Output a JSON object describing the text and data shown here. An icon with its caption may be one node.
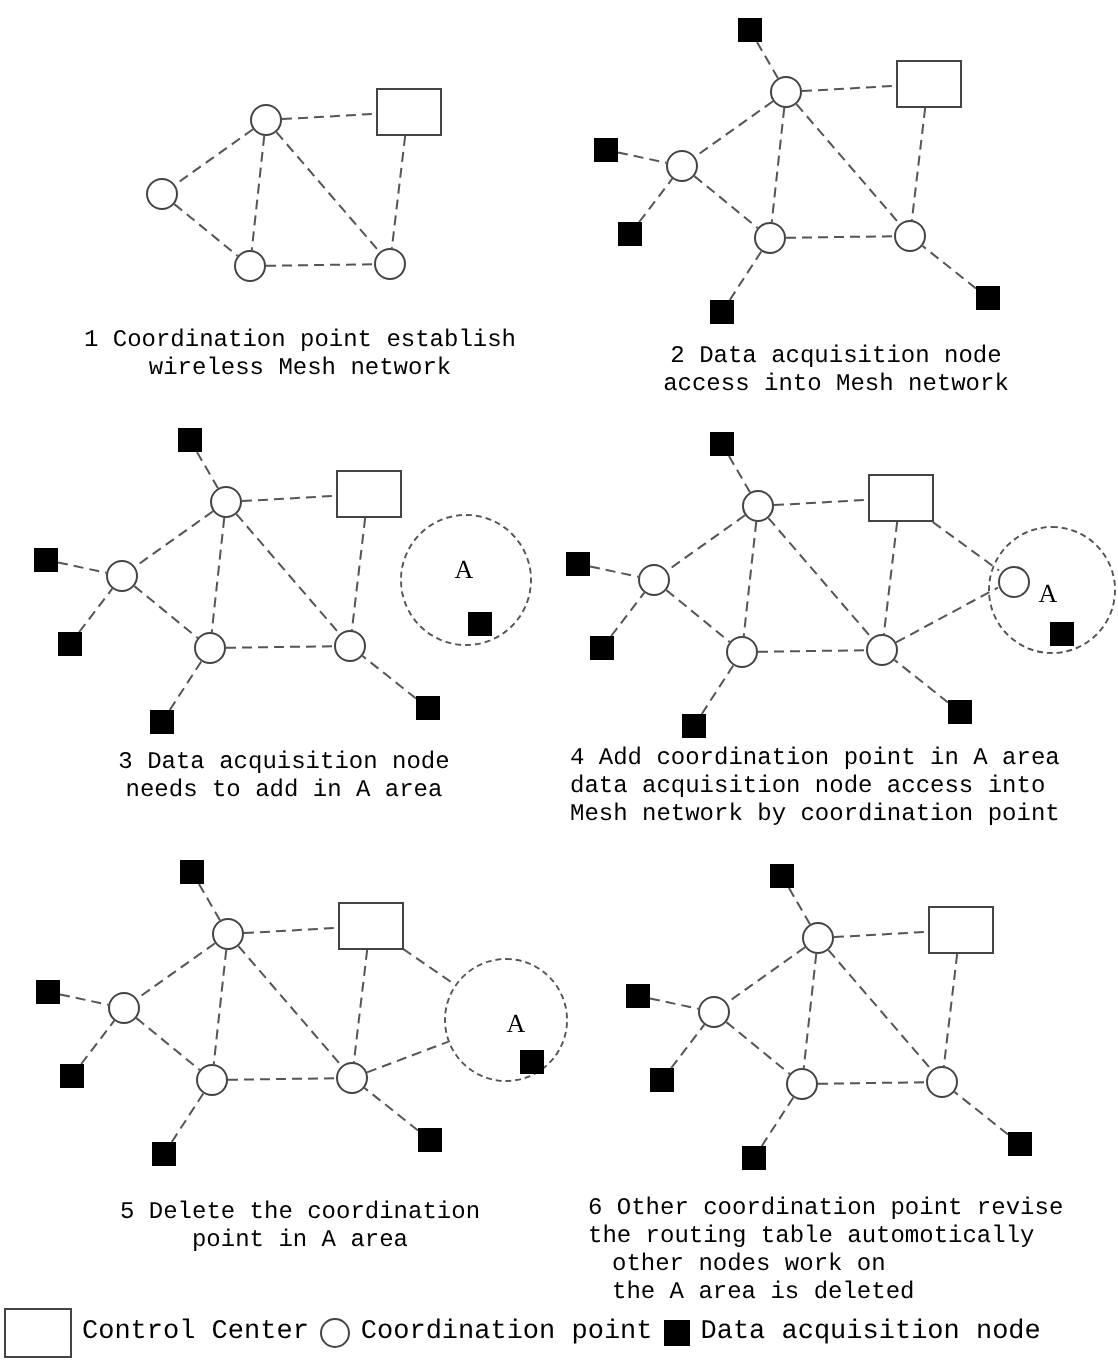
{
  "diagram": {
    "nodes": [
      {
        "text": [],
        "shape": "circle"
      },
      {
        "text": [],
        "shape": "box"
      },
      {
        "text": [],
        "shape": "circle"
      },
      {
        "text": [],
        "shape": "circle"
      },
      {
        "text": [],
        "shape": "circle"
      },
      {
        "text": [],
        "shape": "square"
      },
      {
        "text": [],
        "shape": "circle"
      },
      {
        "text": [],
        "shape": "box"
      },
      {
        "text": [],
        "shape": "square"
      },
      {
        "text": [],
        "shape": "circle"
      },
      {
        "text": [],
        "shape": "square"
      },
      {
        "text": [],
        "shape": "circle"
      },
      {
        "text": [],
        "shape": "circle"
      },
      {
        "text": [],
        "shape": "square"
      },
      {
        "text": [],
        "shape": "square"
      },
      {
        "text": [],
        "shape": "square"
      },
      {
        "text": [],
        "shape": "circle"
      },
      {
        "text": [],
        "shape": "box"
      },
      {
        "text": [],
        "shape": "square"
      },
      {
        "text": [],
        "shape": "circle"
      },
      {
        "text": [
          "A"
        ]
      },
      {
        "text": [],
        "shape": "square",
        "in": 20
      },
      {
        "text": [],
        "shape": "square"
      },
      {
        "text": [],
        "shape": "circle"
      },
      {
        "text": [],
        "shape": "circle"
      },
      {
        "text": [],
        "shape": "square"
      },
      {
        "text": [],
        "shape": "square"
      },
      {
        "text": [],
        "shape": "square"
      },
      {
        "text": [],
        "shape": "circle"
      },
      {
        "text": [],
        "shape": "box"
      },
      {
        "text": [],
        "shape": "square"
      },
      {
        "text": [],
        "shape": "circle"
      },
      {
        "text": [
          "A"
        ]
      },
      {
        "text": [],
        "shape": "circle",
        "in": 32
      },
      {
        "text": [],
        "shape": "square",
        "in": 32
      },
      {
        "text": [],
        "shape": "square"
      },
      {
        "text": [],
        "shape": "circle"
      },
      {
        "text": [],
        "shape": "circle"
      },
      {
        "text": [],
        "shape": "square"
      },
      {
        "text": [],
        "shape": "square"
      },
      {
        "text": [],
        "shape": "square"
      },
      {
        "text": [],
        "shape": "circle"
      },
      {
        "text": [],
        "shape": "box"
      },
      {
        "text": [],
        "shape": "square"
      },
      {
        "text": [],
        "shape": "circle"
      },
      {
        "text": [
          "A"
        ]
      },
      {
        "text": [],
        "shape": "square",
        "in": 45
      },
      {
        "text": [],
        "shape": "square"
      },
      {
        "text": [],
        "shape": "circle"
      },
      {
        "text": [],
        "shape": "circle"
      },
      {
        "text": [],
        "shape": "square"
      },
      {
        "text": [],
        "shape": "square"
      },
      {
        "text": [],
        "shape": "square"
      },
      {
        "text": [],
        "shape": "circle"
      },
      {
        "text": [],
        "shape": "box"
      },
      {
        "text": [],
        "shape": "square"
      },
      {
        "text": [],
        "shape": "circle"
      },
      {
        "text": [],
        "shape": "square"
      },
      {
        "text": [],
        "shape": "circle"
      },
      {
        "text": [],
        "shape": "circle"
      },
      {
        "text": [],
        "shape": "square"
      },
      {
        "text": [],
        "shape": "square"
      }
    ],
    "edges": [
      {
        "from": 0,
        "to": 1,
        "arrow": "none",
        "style": "dashed"
      },
      {
        "from": 0,
        "to": 2,
        "arrow": "none",
        "style": "dashed"
      },
      {
        "from": 0,
        "to": 3,
        "arrow": "none",
        "style": "dashed"
      },
      {
        "from": 0,
        "to": 4,
        "arrow": "none",
        "style": "dashed"
      },
      {
        "from": 1,
        "to": 4,
        "arrow": "none",
        "style": "dashed"
      },
      {
        "from": 2,
        "to": 3,
        "arrow": "none",
        "style": "dashed"
      },
      {
        "from": 3,
        "to": 4,
        "arrow": "none",
        "style": "dashed"
      },
      {
        "from": 5,
        "to": 6,
        "arrow": "none",
        "style": "dashed"
      },
      {
        "from": 6,
        "to": 7,
        "arrow": "none",
        "style": "dashed"
      },
      {
        "from": 8,
        "to": 9,
        "arrow": "none",
        "style": "dashed"
      },
      {
        "from": 6,
        "to": 9,
        "arrow": "none",
        "style": "dashed"
      },
      {
        "from": 6,
        "to": 11,
        "arrow": "none",
        "style": "dashed"
      },
      {
        "from": 6,
        "to": 12,
        "arrow": "none",
        "style": "dashed"
      },
      {
        "from": 7,
        "to": 12,
        "arrow": "none",
        "style": "dashed"
      },
      {
        "from": 10,
        "to": 9,
        "arrow": "none",
        "style": "dashed"
      },
      {
        "from": 9,
        "to": 11,
        "arrow": "none",
        "style": "dashed"
      },
      {
        "from": 11,
        "to": 12,
        "arrow": "none",
        "style": "dashed"
      },
      {
        "from": 13,
        "to": 11,
        "arrow": "none",
        "style": "dashed"
      },
      {
        "from": 14,
        "to": 12,
        "arrow": "none",
        "style": "dashed"
      },
      {
        "from": 15,
        "to": 16,
        "arrow": "none",
        "style": "dashed"
      },
      {
        "from": 16,
        "to": 17,
        "arrow": "none",
        "style": "dashed"
      },
      {
        "from": 18,
        "to": 19,
        "arrow": "none",
        "style": "dashed"
      },
      {
        "from": 16,
        "to": 19,
        "arrow": "none",
        "style": "dashed"
      },
      {
        "from": 16,
        "to": 23,
        "arrow": "none",
        "style": "dashed"
      },
      {
        "from": 16,
        "to": 24,
        "arrow": "none",
        "style": "dashed"
      },
      {
        "from": 17,
        "to": 24,
        "arrow": "none",
        "style": "dashed"
      },
      {
        "from": 22,
        "to": 19,
        "arrow": "none",
        "style": "dashed"
      },
      {
        "from": 19,
        "to": 23,
        "arrow": "none",
        "style": "dashed"
      },
      {
        "from": 23,
        "to": 24,
        "arrow": "none",
        "style": "dashed"
      },
      {
        "from": 25,
        "to": 23,
        "arrow": "none",
        "style": "dashed"
      },
      {
        "from": 26,
        "to": 24,
        "arrow": "none",
        "style": "dashed"
      },
      {
        "from": 27,
        "to": 28,
        "arrow": "none",
        "style": "dashed"
      },
      {
        "from": 28,
        "to": 29,
        "arrow": "none",
        "style": "dashed"
      },
      {
        "from": 29,
        "to": 33,
        "arrow": "none",
        "style": "dashed"
      },
      {
        "from": 30,
        "to": 31,
        "arrow": "none",
        "style": "dashed"
      },
      {
        "from": 28,
        "to": 31,
        "arrow": "none",
        "style": "dashed"
      },
      {
        "from": 28,
        "to": 36,
        "arrow": "none",
        "style": "dashed"
      },
      {
        "from": 28,
        "to": 37,
        "arrow": "none",
        "style": "dashed"
      },
      {
        "from": 29,
        "to": 37,
        "arrow": "none",
        "style": "dashed"
      },
      {
        "from": 35,
        "to": 31,
        "arrow": "none",
        "style": "dashed"
      },
      {
        "from": 31,
        "to": 36,
        "arrow": "none",
        "style": "dashed"
      },
      {
        "from": 36,
        "to": 37,
        "arrow": "none",
        "style": "dashed"
      },
      {
        "from": 37,
        "to": 33,
        "arrow": "none",
        "style": "dashed"
      },
      {
        "from": 38,
        "to": 36,
        "arrow": "none",
        "style": "dashed"
      },
      {
        "from": 39,
        "to": 37,
        "arrow": "none",
        "style": "dashed"
      },
      {
        "from": 40,
        "to": 41,
        "arrow": "none",
        "style": "dashed"
      },
      {
        "from": 41,
        "to": 42,
        "arrow": "none",
        "style": "dashed"
      },
      {
        "from": 42,
        "to": 45,
        "arrow": "none",
        "style": "dashed"
      },
      {
        "from": 43,
        "to": 44,
        "arrow": "none",
        "style": "dashed"
      },
      {
        "from": 41,
        "to": 44,
        "arrow": "none",
        "style": "dashed"
      },
      {
        "from": 41,
        "to": 48,
        "arrow": "none",
        "style": "dashed"
      },
      {
        "from": 41,
        "to": 49,
        "arrow": "none",
        "style": "dashed"
      },
      {
        "from": 42,
        "to": 49,
        "arrow": "none",
        "style": "dashed"
      },
      {
        "from": 47,
        "to": 44,
        "arrow": "none",
        "style": "dashed"
      },
      {
        "from": 44,
        "to": 48,
        "arrow": "none",
        "style": "dashed"
      },
      {
        "from": 48,
        "to": 49,
        "arrow": "none",
        "style": "dashed"
      },
      {
        "from": 49,
        "to": 45,
        "arrow": "none",
        "style": "dashed"
      },
      {
        "from": 50,
        "to": 48,
        "arrow": "none",
        "style": "dashed"
      },
      {
        "from": 51,
        "to": 49,
        "arrow": "none",
        "style": "dashed"
      },
      {
        "from": 52,
        "to": 53,
        "arrow": "none",
        "style": "dashed"
      },
      {
        "from": 53,
        "to": 54,
        "arrow": "none",
        "style": "dashed"
      },
      {
        "from": 55,
        "to": 56,
        "arrow": "none",
        "style": "dashed"
      },
      {
        "from": 53,
        "to": 56,
        "arrow": "none",
        "style": "dashed"
      },
      {
        "from": 53,
        "to": 58,
        "arrow": "none",
        "style": "dashed"
      },
      {
        "from": 53,
        "to": 59,
        "arrow": "none",
        "style": "dashed"
      },
      {
        "from": 54,
        "to": 59,
        "arrow": "none",
        "style": "dashed"
      },
      {
        "from": 57,
        "to": 56,
        "arrow": "none",
        "style": "dashed"
      },
      {
        "from": 56,
        "to": 58,
        "arrow": "none",
        "style": "dashed"
      },
      {
        "from": 58,
        "to": 59,
        "arrow": "none",
        "style": "dashed"
      },
      {
        "from": 60,
        "to": 58,
        "arrow": "none",
        "style": "dashed"
      },
      {
        "from": 61,
        "to": 59,
        "arrow": "none",
        "style": "dashed"
      }
    ],
    "labels": [
      "1 Coordination point establish wireless Mesh network",
      "2 Data acquisition node access into Mesh network",
      "3 Data acquisition node needs to add in A area",
      "4 Add coordination point in A area data acquisition node access into Mesh network by coordination point",
      "5 Delete the coordination point in A area",
      "6 Other coordination point revise the routing table automotically",
      "other nodes work on the A area is deleted"
    ],
    "legend": [
      {
        "text": "Control Center"
      },
      {
        "text": "Coordination point"
      },
      {
        "text": "Data acquisition node"
      }
    ]
  }
}
